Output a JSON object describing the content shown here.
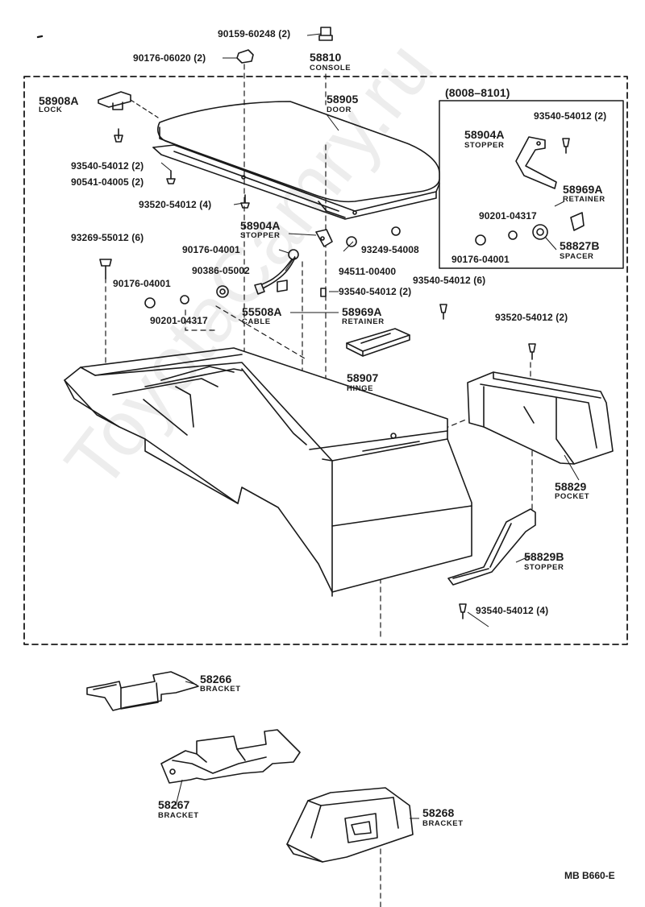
{
  "watermark": "ToyotaCamry.ru",
  "diagram_code": "MB  B660-E",
  "variant_label": "(8008–8101)",
  "parts": [
    {
      "id": "p1",
      "number": "90159-60248 (2)"
    },
    {
      "id": "p2",
      "number": "90176-06020 (2)"
    },
    {
      "id": "p3",
      "number": "58810",
      "name": "CONSOLE"
    },
    {
      "id": "p4",
      "number": "58908A",
      "name": "LOCK"
    },
    {
      "id": "p5",
      "number": "58905",
      "name": "DOOR"
    },
    {
      "id": "p6",
      "number": "93540-54012 (2)"
    },
    {
      "id": "p7",
      "number": "90541-04005 (2)"
    },
    {
      "id": "p8",
      "number": "93520-54012 (4)"
    },
    {
      "id": "p9",
      "number": "58904A",
      "name": "STOPPER"
    },
    {
      "id": "p10",
      "number": "93249-54008"
    },
    {
      "id": "p11",
      "number": "93269-55012 (6)"
    },
    {
      "id": "p12",
      "number": "90176-04001"
    },
    {
      "id": "p13",
      "number": "90386-05002"
    },
    {
      "id": "p14",
      "number": "94511-00400"
    },
    {
      "id": "p15",
      "number": "90176-04001"
    },
    {
      "id": "p16",
      "number": "93540-54012 (2)"
    },
    {
      "id": "p17",
      "number": "93540-54012 (6)"
    },
    {
      "id": "p18",
      "number": "55508A",
      "name": "CABLE"
    },
    {
      "id": "p19",
      "number": "58969A",
      "name": "RETAINER"
    },
    {
      "id": "p20",
      "number": "90201-04317"
    },
    {
      "id": "p21",
      "number": "58907",
      "name": "HINGE"
    },
    {
      "id": "p22",
      "number": "93520-54012 (2)"
    },
    {
      "id": "p23",
      "number": "58829",
      "name": "POCKET"
    },
    {
      "id": "p24",
      "number": "58829B",
      "name": "STOPPER"
    },
    {
      "id": "p25",
      "number": "93540-54012 (4)"
    },
    {
      "id": "p26",
      "number": "58266",
      "name": "BRACKET"
    },
    {
      "id": "p27",
      "number": "58267",
      "name": "BRACKET"
    },
    {
      "id": "p28",
      "number": "58268",
      "name": "BRACKET"
    },
    {
      "id": "i1",
      "number": "93540-54012 (2)"
    },
    {
      "id": "i2",
      "number": "58904A",
      "name": "STOPPER"
    },
    {
      "id": "i3",
      "number": "58969A",
      "name": "RETAINER"
    },
    {
      "id": "i4",
      "number": "90201-04317"
    },
    {
      "id": "i5",
      "number": "58827B",
      "name": "SPACER"
    },
    {
      "id": "i6",
      "number": "90176-04001"
    }
  ]
}
